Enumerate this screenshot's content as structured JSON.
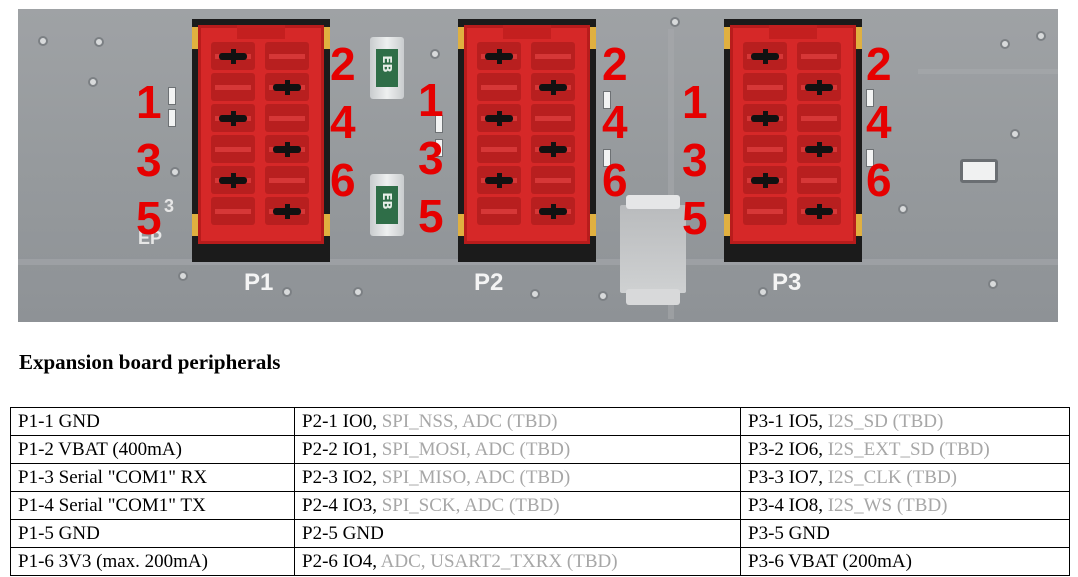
{
  "photo": {
    "connectors": [
      {
        "id": "P1",
        "silk": "P1",
        "pin_labels": [
          "1",
          "2",
          "3",
          "4",
          "5",
          "6"
        ]
      },
      {
        "id": "P2",
        "silk": "P2",
        "pin_labels": [
          "1",
          "2",
          "3",
          "4",
          "5",
          "6"
        ]
      },
      {
        "id": "P3",
        "silk": "P3",
        "pin_labels": [
          "1",
          "2",
          "3",
          "4",
          "5",
          "6"
        ]
      }
    ],
    "fuse_marking": "EB",
    "silk_extra_3": "3",
    "silk_extra_ep": "EP"
  },
  "heading": "Expansion board peripherals",
  "table": {
    "rows": [
      [
        {
          "main": "P1-1 GND",
          "extra": ""
        },
        {
          "main": "P2-1 IO0, ",
          "extra": "SPI_NSS, ADC (TBD)"
        },
        {
          "main": "P3-1 IO5, ",
          "extra": "I2S_SD (TBD)"
        }
      ],
      [
        {
          "main": "P1-2 VBAT (400mA)",
          "extra": ""
        },
        {
          "main": "P2-2 IO1, ",
          "extra": "SPI_MOSI, ADC (TBD)"
        },
        {
          "main": "P3-2 IO6, ",
          "extra": "I2S_EXT_SD (TBD)"
        }
      ],
      [
        {
          "main": "P1-3 Serial \"COM1\" RX",
          "extra": ""
        },
        {
          "main": "P2-3 IO2, ",
          "extra": "SPI_MISO, ADC (TBD)"
        },
        {
          "main": "P3-3 IO7, ",
          "extra": "I2S_CLK (TBD)"
        }
      ],
      [
        {
          "main": "P1-4 Serial \"COM1\" TX",
          "extra": ""
        },
        {
          "main": "P2-4 IO3, ",
          "extra": "SPI_SCK, ADC (TBD)"
        },
        {
          "main": "P3-4 IO8, ",
          "extra": "I2S_WS (TBD)"
        }
      ],
      [
        {
          "main": "P1-5 GND",
          "extra": ""
        },
        {
          "main": "P2-5 GND",
          "extra": ""
        },
        {
          "main": "P3-5 GND",
          "extra": ""
        }
      ],
      [
        {
          "main": "P1-6 3V3 (max. 200mA)",
          "extra": ""
        },
        {
          "main": "P2-6 IO4, ",
          "extra": "ADC, USART2_TXRX (TBD)"
        },
        {
          "main": "P3-6 VBAT (200mA)",
          "extra": ""
        }
      ]
    ]
  },
  "colors": {
    "pin_number": "#e60000",
    "connector": "#d62828",
    "board": "#999c9f",
    "muted_text": "#a7a7a7"
  }
}
